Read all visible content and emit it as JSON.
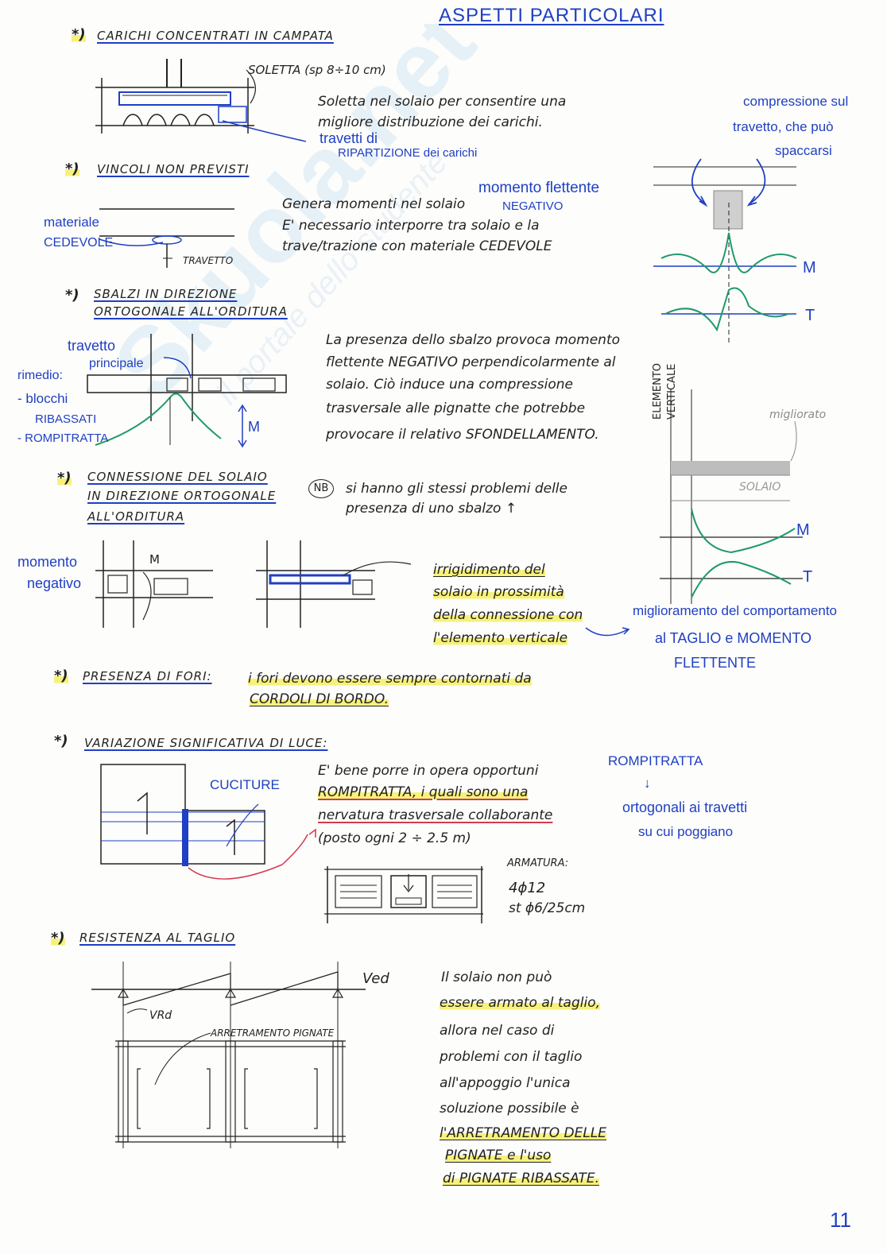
{
  "page_title": "ASPETTI PARTICOLARI",
  "page_number": "11",
  "watermark": {
    "brand": "Skuola.net",
    "tagline": "il portale dello studente"
  },
  "sections": {
    "s1": {
      "bullet": "*)",
      "heading": "CARICHI CONCENTRATI IN CAMPATA",
      "soletta_label": "SOLETTA (sp 8÷10 cm)",
      "note_line1": "Soletta nel solaio per consentire una",
      "note_line2": "migliore distribuzione dei carichi.",
      "rib_label1": "travetti di",
      "rib_label2": "RIPARTIZIONE dei carichi"
    },
    "s2": {
      "bullet": "*)",
      "heading": "VINCOLI NON PREVISTI",
      "side_label1": "materiale",
      "side_label2": "CEDEVOLE",
      "travetto_label": "TRAVETTO",
      "moment_label1": "momento flettente",
      "moment_label2": "NEGATIVO",
      "note_line1": "Genera momenti nel solaio",
      "note_line2": "E' necessario interporre tra solaio e la",
      "note_line3": "trave/trazione con materiale CEDEVOLE"
    },
    "s3": {
      "bullet": "*)",
      "heading1": "SBALZI IN DIREZIONE",
      "heading2": "ORTOGONALE ALL'ORDITURA",
      "travetto_label1": "travetto",
      "travetto_label2": "principale",
      "rimedio1": "rimedio:",
      "rimedio2": "- blocchi",
      "rimedio3": "RIBASSATI",
      "rimedio4": "- ROMPITRATTA",
      "m_label": "M",
      "note_line1": "La presenza dello sbalzo provoca momento",
      "note_line2": "flettente NEGATIVO perpendicolarmente al",
      "note_line3": "solaio. Ciò induce una compressione",
      "note_line4": "trasversale alle pignatte che potrebbe",
      "note_line5": "provocare il relativo SFONDELLAMENTO."
    },
    "s4": {
      "bullet": "*)",
      "heading1": "CONNESSIONE DEL SOLAIO",
      "heading2": "IN DIREZIONE ORTOGONALE",
      "heading3": "ALL'ORDITURA",
      "nb_badge": "NB",
      "nb_line1": "si hanno gli stessi problemi delle",
      "nb_line2": "presenza di uno sbalzo ↑",
      "side_label1": "momento",
      "side_label2": "negativo",
      "m_label": "M",
      "note_line1": "irrigidimento del",
      "note_line2": "solaio in prossimità",
      "note_line3": "della connessione con",
      "note_line4": "l'elemento verticale"
    },
    "s5": {
      "bullet": "*)",
      "heading": "PRESENZA DI FORI:",
      "note_line1": "i fori devono essere sempre contornati da",
      "note_line2": "CORDOLI DI BORDO."
    },
    "s6": {
      "bullet": "*)",
      "heading": "VARIAZIONE SIGNIFICATIVA DI LUCE:",
      "cuciture_label": "CUCITURE",
      "note_line1": "E' bene porre in opera opportuni",
      "note_line2": "ROMPITRATTA, i quali sono una",
      "note_line3": "nervatura trasversale collaborante",
      "note_line4": "(posto ogni 2 ÷ 2.5 m)",
      "armatura_title": "ARMATURA:",
      "armatura_line1": "4ϕ12",
      "armatura_line2": "st ϕ6/25cm",
      "side_line1": "ROMPITRATTA",
      "side_line2": "↓",
      "side_line3": "ortogonali ai travetti",
      "side_line4": "su cui poggiano"
    },
    "s7": {
      "bullet": "*)",
      "heading": "RESISTENZA AL TAGLIO",
      "ved_label": "Ved",
      "vrd_label": "VRd",
      "arretramento_label": "ARRETRAMENTO PIGNATE",
      "note_line1": "Il solaio non può",
      "note_line2": "essere armato al taglio,",
      "note_line3": "allora nel caso di",
      "note_line4": "problemi con il taglio",
      "note_line5": "all'appoggio l'unica",
      "note_line6": "soluzione possibile è",
      "note_line7": "l'ARRETRAMENTO DELLE",
      "note_line8": "PIGNATE e l'uso",
      "note_line9": "di PIGNATE RIBASSATE."
    },
    "right": {
      "comp_line1": "compressione sul",
      "comp_line2": "travetto, che può",
      "comp_line3": "spaccarsi",
      "m1_label": "M",
      "t1_label": "T",
      "elemento_label1": "ELEMENTO",
      "elemento_label2": "VERTICALE",
      "migliorato_label": "migliorato",
      "solaio_label": "SOLAIO",
      "m2_label": "M",
      "t2_label": "T",
      "improve_line1": "miglioramento del comportamento",
      "improve_line2": "al TAGLIO e MOMENTO",
      "improve_line3": "FLETTENTE"
    }
  },
  "colors": {
    "ink": "#1b1b1b",
    "blue_pen": "#1f3fc4",
    "green_pen": "#1f9a6a",
    "red_pen": "#d23b4f",
    "highlighter": "#f7f17a",
    "watermark": "#cfe3f3"
  }
}
